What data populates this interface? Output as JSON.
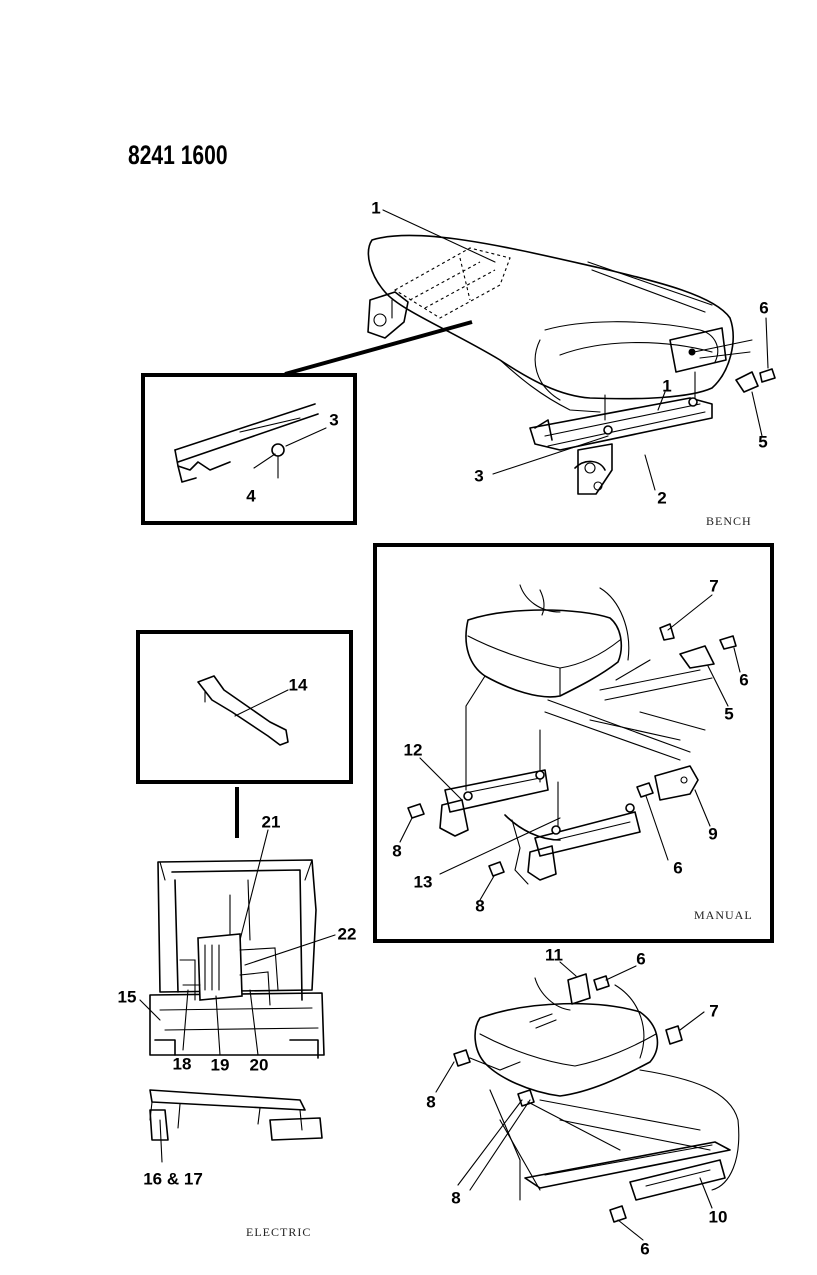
{
  "document_id": "8241 1600",
  "captions": {
    "bench": "BENCH",
    "manual": "MANUAL",
    "electric": "ELECTRIC"
  },
  "callouts": {
    "c1a": "1",
    "c1b": "1",
    "c2": "2",
    "c3a": "3",
    "c3b": "3",
    "c4": "4",
    "c5a": "5",
    "c5b": "5",
    "c6a": "6",
    "c6b": "6",
    "c6c": "6",
    "c6d": "6",
    "c6e": "6",
    "c7a": "7",
    "c7b": "7",
    "c8a": "8",
    "c8b": "8",
    "c8c": "8",
    "c8d": "8",
    "c9": "9",
    "c10": "10",
    "c11": "11",
    "c12": "12",
    "c13": "13",
    "c14": "14",
    "c15": "15",
    "c16_17": "16 & 17",
    "c18": "18",
    "c19": "19",
    "c20": "20",
    "c21": "21",
    "c22": "22"
  }
}
